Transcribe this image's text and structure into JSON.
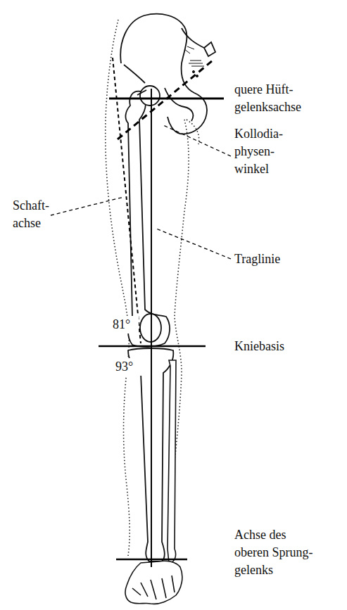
{
  "diagram": {
    "labels": [
      "quere Hüft- gelenksachse",
      "Kollodia- physen- winkel",
      "Schaft- achse",
      "Traglinie",
      "81°",
      "Kniebasis",
      "93°",
      "Achse des oberen Sprung- gelenks"
    ]
  }
}
